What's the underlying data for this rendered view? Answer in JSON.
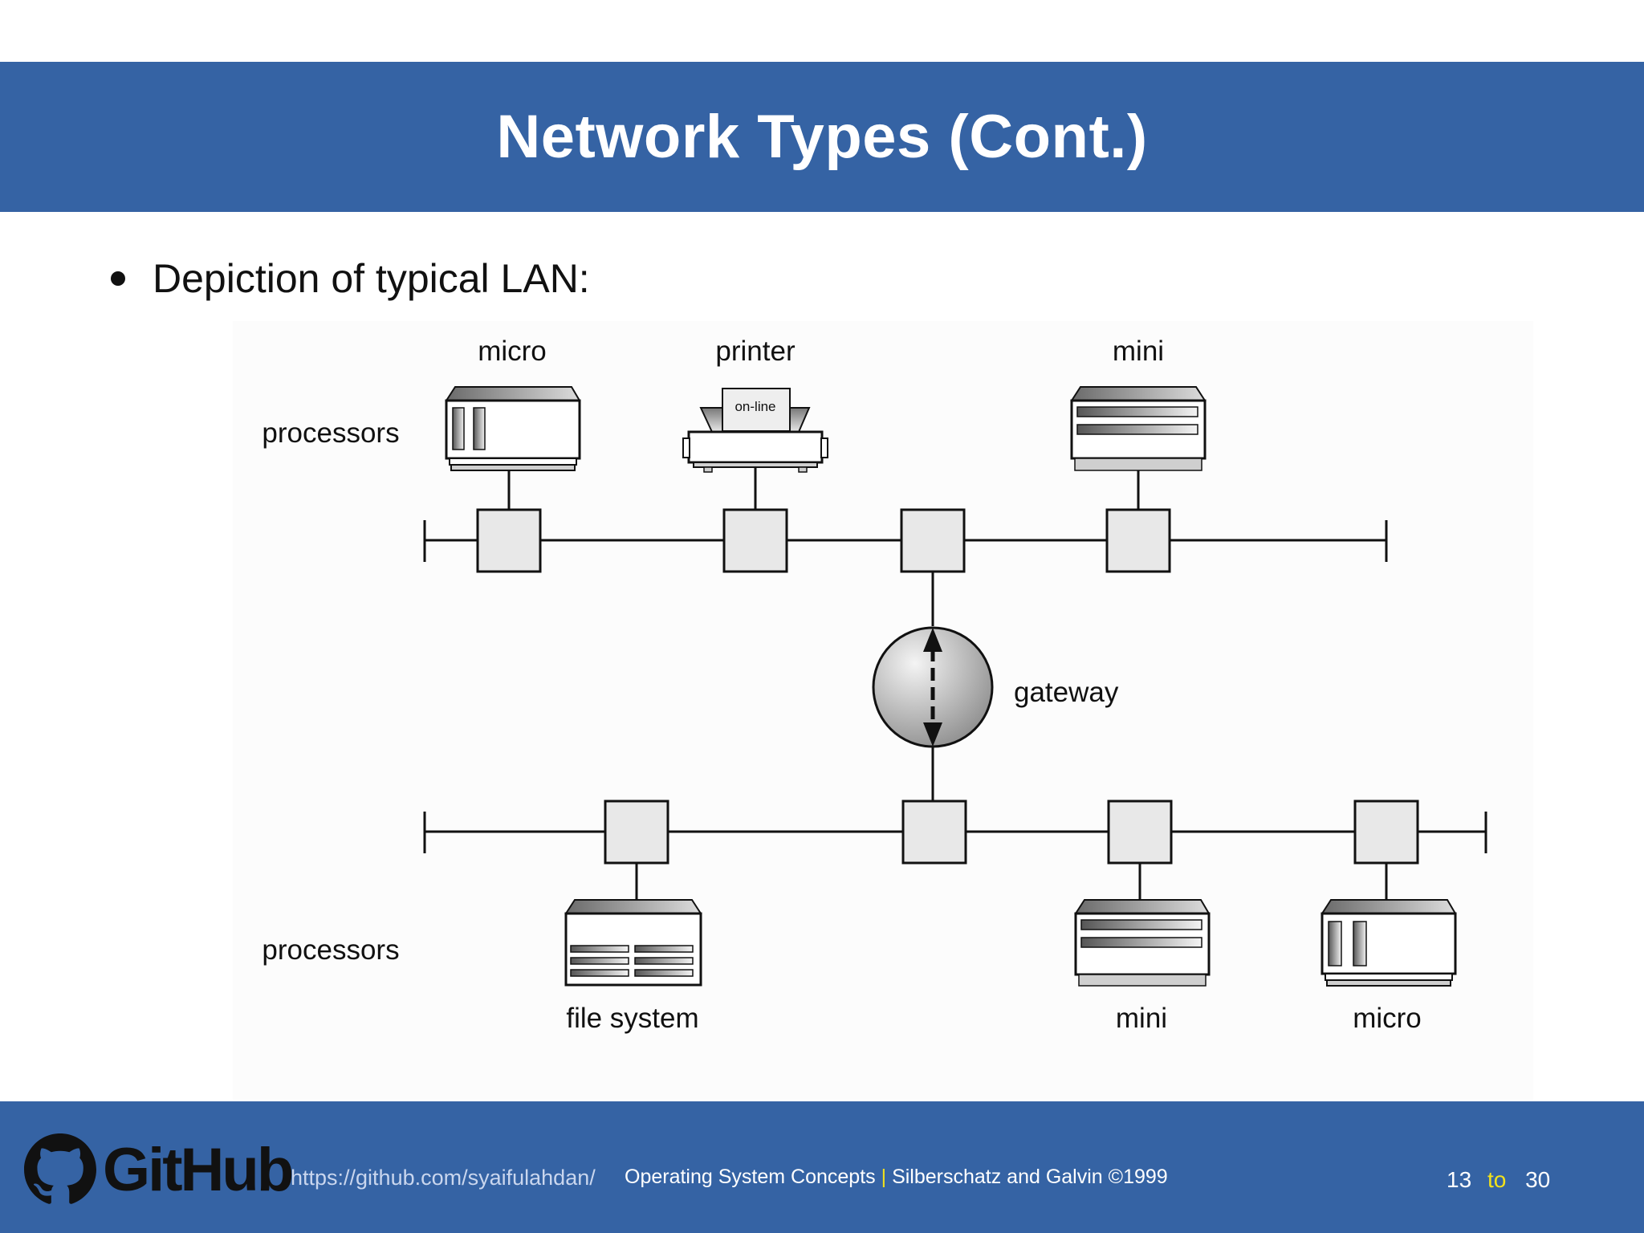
{
  "slide": {
    "title": "Network Types (Cont.)",
    "bullet": "Depiction of typical LAN:"
  },
  "diagram": {
    "labels": {
      "processors_top": "processors",
      "processors_bottom": "processors",
      "micro_top": "micro",
      "printer": "printer",
      "mini_top": "mini",
      "printer_screen": "on-line",
      "gateway": "gateway",
      "file_system": "file system",
      "mini_bottom": "mini",
      "micro_bottom": "micro"
    }
  },
  "footer": {
    "brand": "GitHub",
    "url": "https://github.com/syaifulahdan/",
    "book": "Operating System Concepts",
    "separator": "|",
    "authors": "Silberschatz and Galvin ©1999",
    "page_current": "13",
    "page_to": "to",
    "page_total": "30"
  },
  "colors": {
    "accent": "#3563a4",
    "highlight": "#f3e21a"
  },
  "icons": [
    "github-octocat-icon",
    "micro-computer-icon",
    "printer-icon",
    "minicomputer-icon",
    "file-server-icon",
    "gateway-arrow-icon"
  ]
}
